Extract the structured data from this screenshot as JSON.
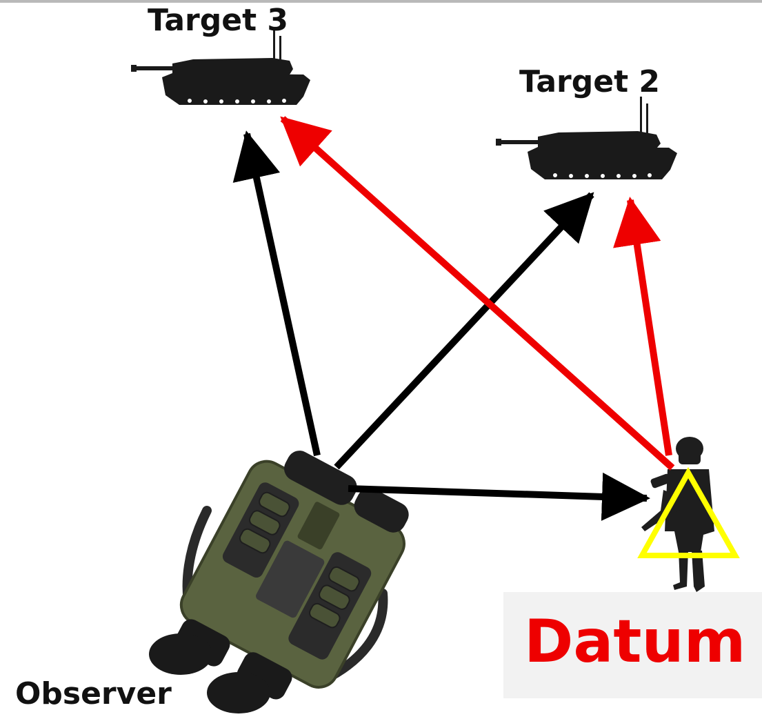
{
  "labels": {
    "target3": "Target 3",
    "target2": "Target 2",
    "observer": "Observer",
    "datum": "Datum"
  },
  "colors": {
    "observer_arrows": "#000000",
    "datum_arrows": "#ee0000",
    "datum_marker": "#ffff00",
    "datum_text": "#ee0000",
    "silhouette": "#1a1a1a",
    "device_body": "#5a6340"
  },
  "icons": [
    "tank-icon",
    "soldier-icon",
    "binoculars-icon",
    "triangle-marker-icon"
  ]
}
